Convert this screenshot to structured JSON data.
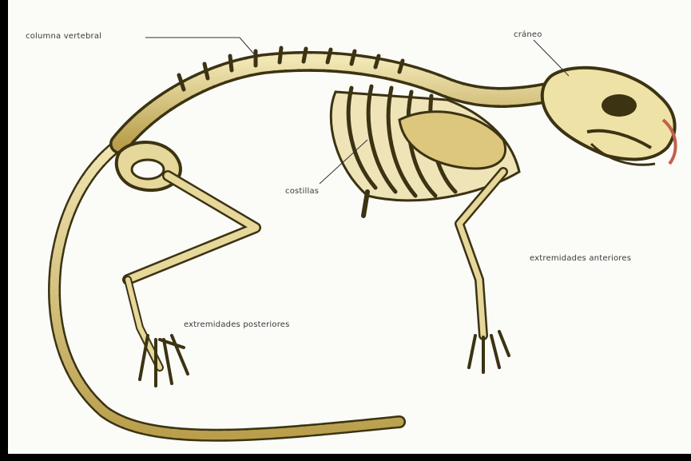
{
  "labels": {
    "spine": "columna vertebral",
    "skull": "cráneo",
    "ribs": "costillas",
    "forelimbs": "extremidades anteriores",
    "hindlimbs": "extremidades posteriores"
  },
  "colors": {
    "bone": "#e6d79a",
    "bone_shade": "#a08a3a",
    "bone_dark": "#3b3312",
    "background": "#fbfbf8",
    "frame": "#000000"
  }
}
